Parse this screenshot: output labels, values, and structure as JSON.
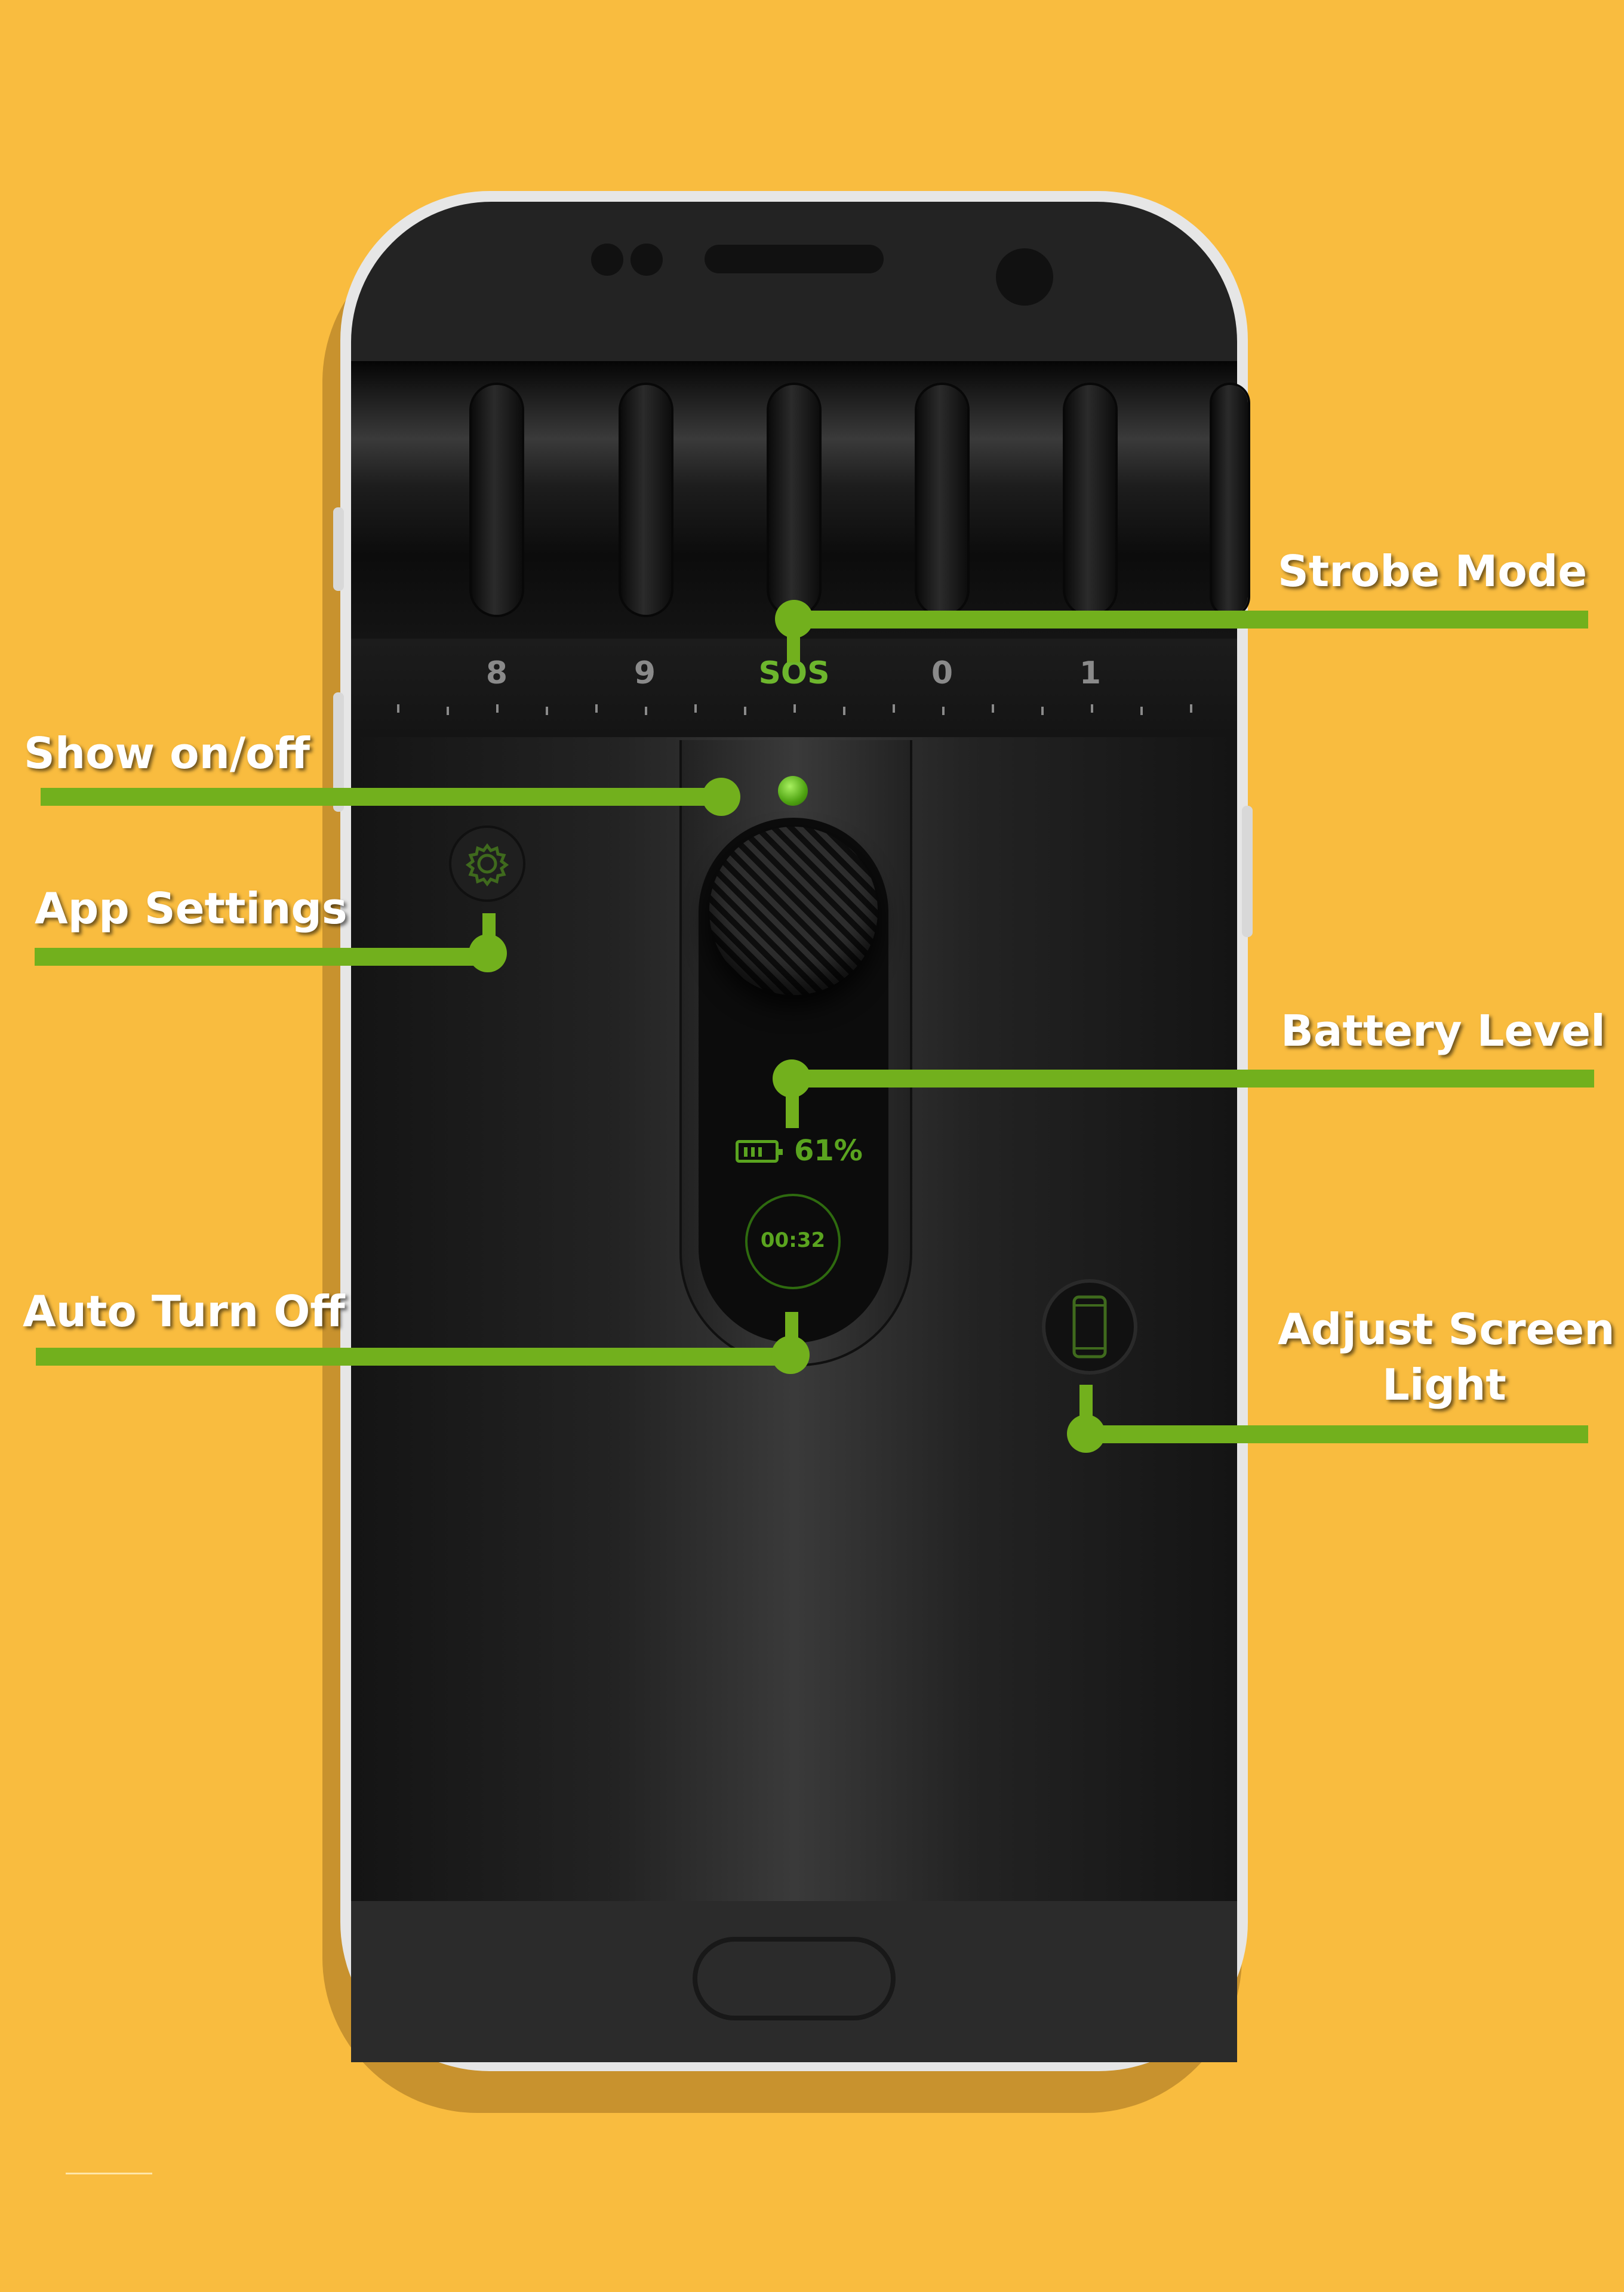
{
  "dial": {
    "scale_labels": [
      "8",
      "9",
      "SOS",
      "0",
      "1"
    ],
    "active_mode": "SOS"
  },
  "power_panel": {
    "battery_text": "61%",
    "battery_level_percent": 61,
    "timer_text": "00:32"
  },
  "callouts": {
    "strobe_mode": "Strobe Mode",
    "show_on_off": "Show on/off",
    "app_settings": "App Settings",
    "battery_level": "Battery Level",
    "auto_turn_off": "Auto Turn Off",
    "adjust_screen_light_line1": "Adjust Screen",
    "adjust_screen_light_line2": "Light"
  },
  "colors": {
    "background": "#F9BC3F",
    "accent_green": "#72B01D",
    "phone_body": "#232323"
  },
  "icons": {
    "settings": "gear-icon",
    "screen_light": "phone-icon",
    "battery": "battery-icon"
  }
}
